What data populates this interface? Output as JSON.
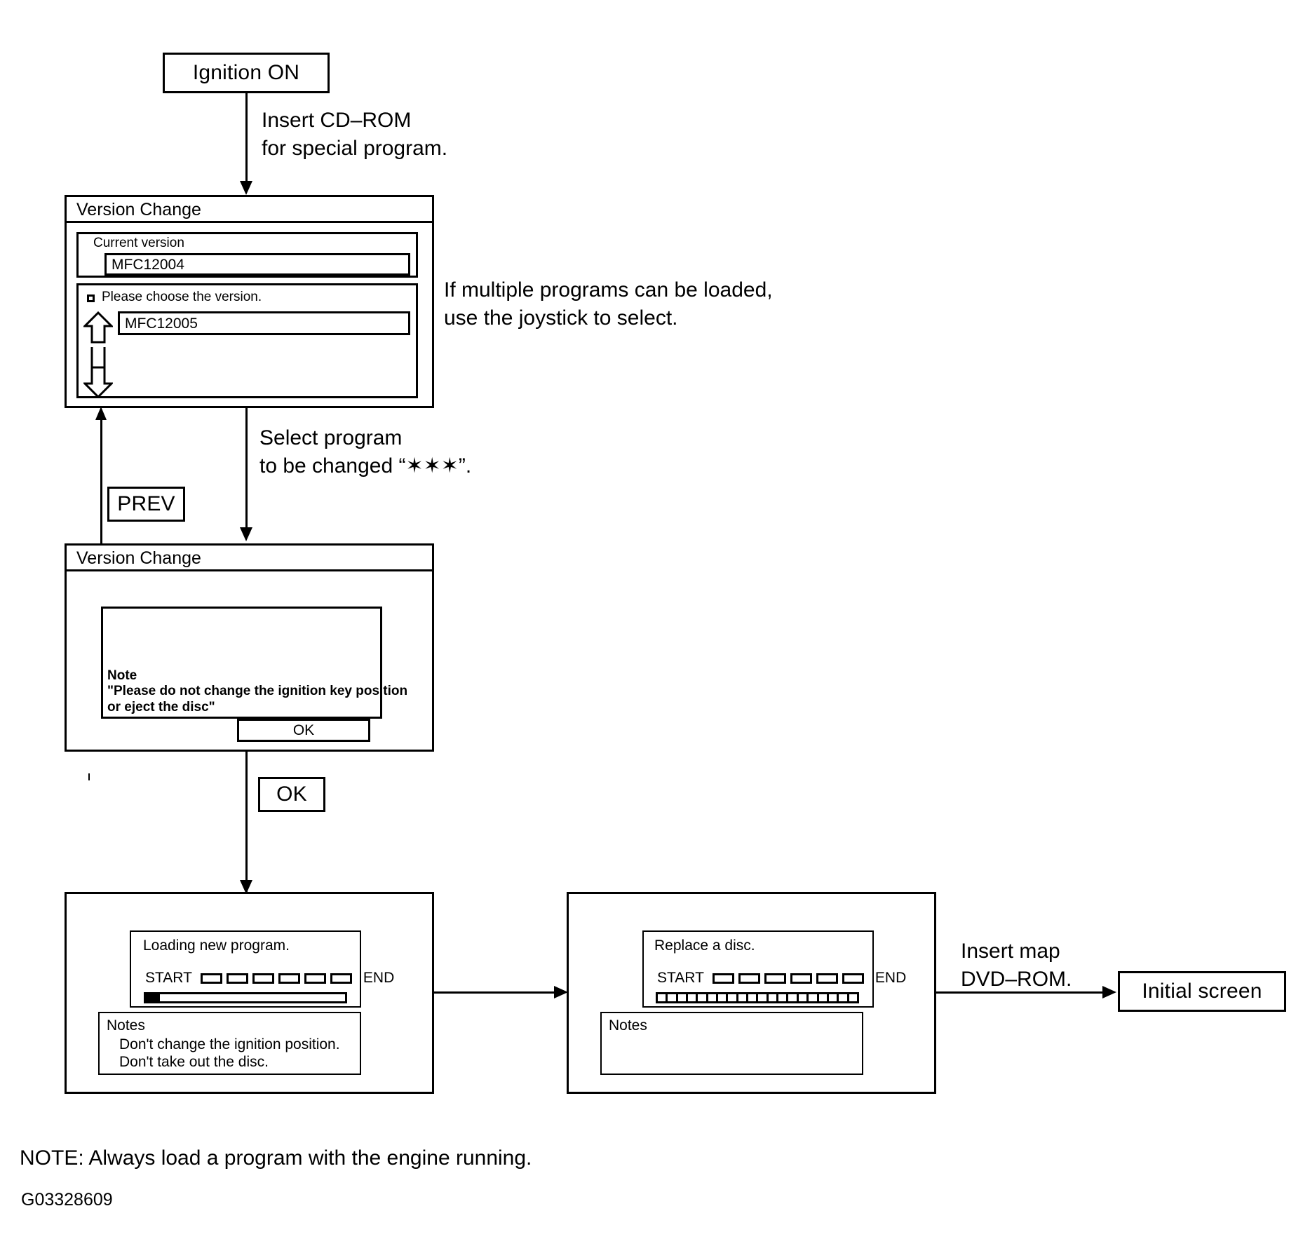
{
  "diagram": {
    "title_nodes": {
      "ignition_on": "Ignition ON",
      "prev_button": "PREV",
      "ok_button": "OK",
      "initial_screen": "Initial screen"
    },
    "annotations": {
      "insert_cdrom": "Insert CD–ROM\nfor special program.",
      "multiple_programs": "If multiple programs can be loaded,\nuse the joystick to select.",
      "select_program": "Select program\nto be changed “✶✶✶”.",
      "insert_map_dvd": "Insert map\nDVD–ROM."
    },
    "screen_1": {
      "title": "Version Change",
      "current_version_label": "Current version",
      "current_version_value": "MFC12004",
      "choose_label": "Please choose the version.",
      "choice_value": "MFC12005"
    },
    "screen_2": {
      "title": "Version Change",
      "note_heading": "Note",
      "note_line_1": "\"Please do not change the ignition key position",
      "note_line_2": "or eject the disc\"",
      "ok_label": "OK"
    },
    "screen_3": {
      "status_text": "Loading new program.",
      "start_label": "START",
      "end_label": "END",
      "segment_count": 6,
      "progress_percent": 5,
      "notes_title": "Notes",
      "notes_line_1": "Don't change the ignition position.",
      "notes_line_2": "Don't take out the disc."
    },
    "screen_4": {
      "status_text": "Replace a disc.",
      "start_label": "START",
      "end_label": "END",
      "segment_count": 6,
      "progress_percent": 100,
      "progress_tick_count": 20,
      "notes_title": "Notes",
      "notes_line_1": "",
      "notes_line_2": ""
    },
    "footer": {
      "note": "NOTE: Always load a program with the engine running.",
      "figure_id": "G03328609"
    },
    "colors": {
      "ink": "#000000",
      "background": "#ffffff"
    }
  }
}
